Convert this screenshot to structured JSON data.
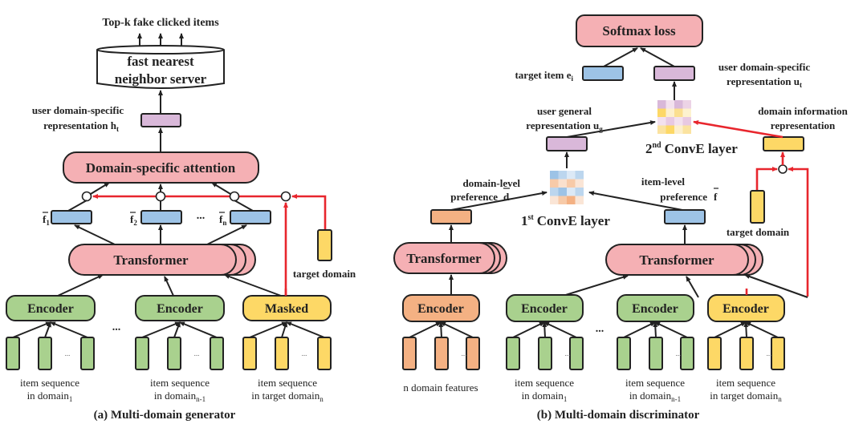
{
  "colors": {
    "pink": "#f5b0b4",
    "blue": "#9dc3e6",
    "purple": "#d9b8d9",
    "yellow": "#fdd866",
    "green": "#a9d18e",
    "orange": "#f4b183",
    "red": "#e8262d"
  },
  "generator": {
    "caption": "(a) Multi-domain generator",
    "top_output": "Top-k fake clicked items",
    "server_line1": "fast nearest",
    "server_line2": "neighbor server",
    "rep_line1": "user domain-specific",
    "rep_line2": "representation h",
    "rep_sub": "t",
    "attention": "Domain-specific attention",
    "features": [
      {
        "label": "f",
        "sub": "1"
      },
      {
        "label": "f",
        "sub": "2"
      },
      {
        "label": "f",
        "sub": "n"
      }
    ],
    "ellipsis": "...",
    "transformer": "Transformer",
    "target_domain": "target domain",
    "encoders": [
      "Encoder",
      "Encoder",
      "Masked"
    ],
    "sequences": [
      {
        "line1": "item sequence",
        "line2": "in domain",
        "sub": "1"
      },
      {
        "line1": "item sequence",
        "line2": "in domain",
        "sub": "n-1"
      },
      {
        "line1": "item sequence",
        "line2": "in target domain",
        "sub": "n"
      }
    ],
    "item_ellipsis": "..."
  },
  "discriminator": {
    "caption": "(b) Multi-domain discriminator",
    "softmax": "Softmax loss",
    "target_item": "target item e",
    "target_item_sub": "i",
    "uds_line1": "user domain-specific",
    "uds_line2": "representation u",
    "uds_sub": "t",
    "ug_line1": "user general",
    "ug_line2": "representation u",
    "ug_sub": "g",
    "dir_line1": "domain information",
    "dir_line2": "representation",
    "conve2": "ConvE layer",
    "conve2_sup": "nd",
    "conve2_num": "2",
    "conve1": "ConvE layer",
    "conve1_sup": "st",
    "conve1_num": "1",
    "dlp_line1": "domain-level",
    "dlp_line2": "preference",
    "dlp_sym": "d",
    "ilp_line1": "item-level",
    "ilp_line2": "preference",
    "ilp_sym": "f",
    "target_domain": "target domain",
    "transformer_left": "Transformer",
    "transformer_right": "Transformer",
    "encoders": [
      "Encoder",
      "Encoder",
      "Encoder",
      "Encoder"
    ],
    "domain_features": "n domain features",
    "sequences": [
      {
        "line1": "item sequence",
        "line2": "in domain",
        "sub": "1"
      },
      {
        "line1": "item sequence",
        "line2": "in domain",
        "sub": "n-1"
      },
      {
        "line1": "item sequence",
        "line2": "in target domain",
        "sub": "n"
      }
    ],
    "ellipsis": "...",
    "item_ellipsis": "..."
  }
}
